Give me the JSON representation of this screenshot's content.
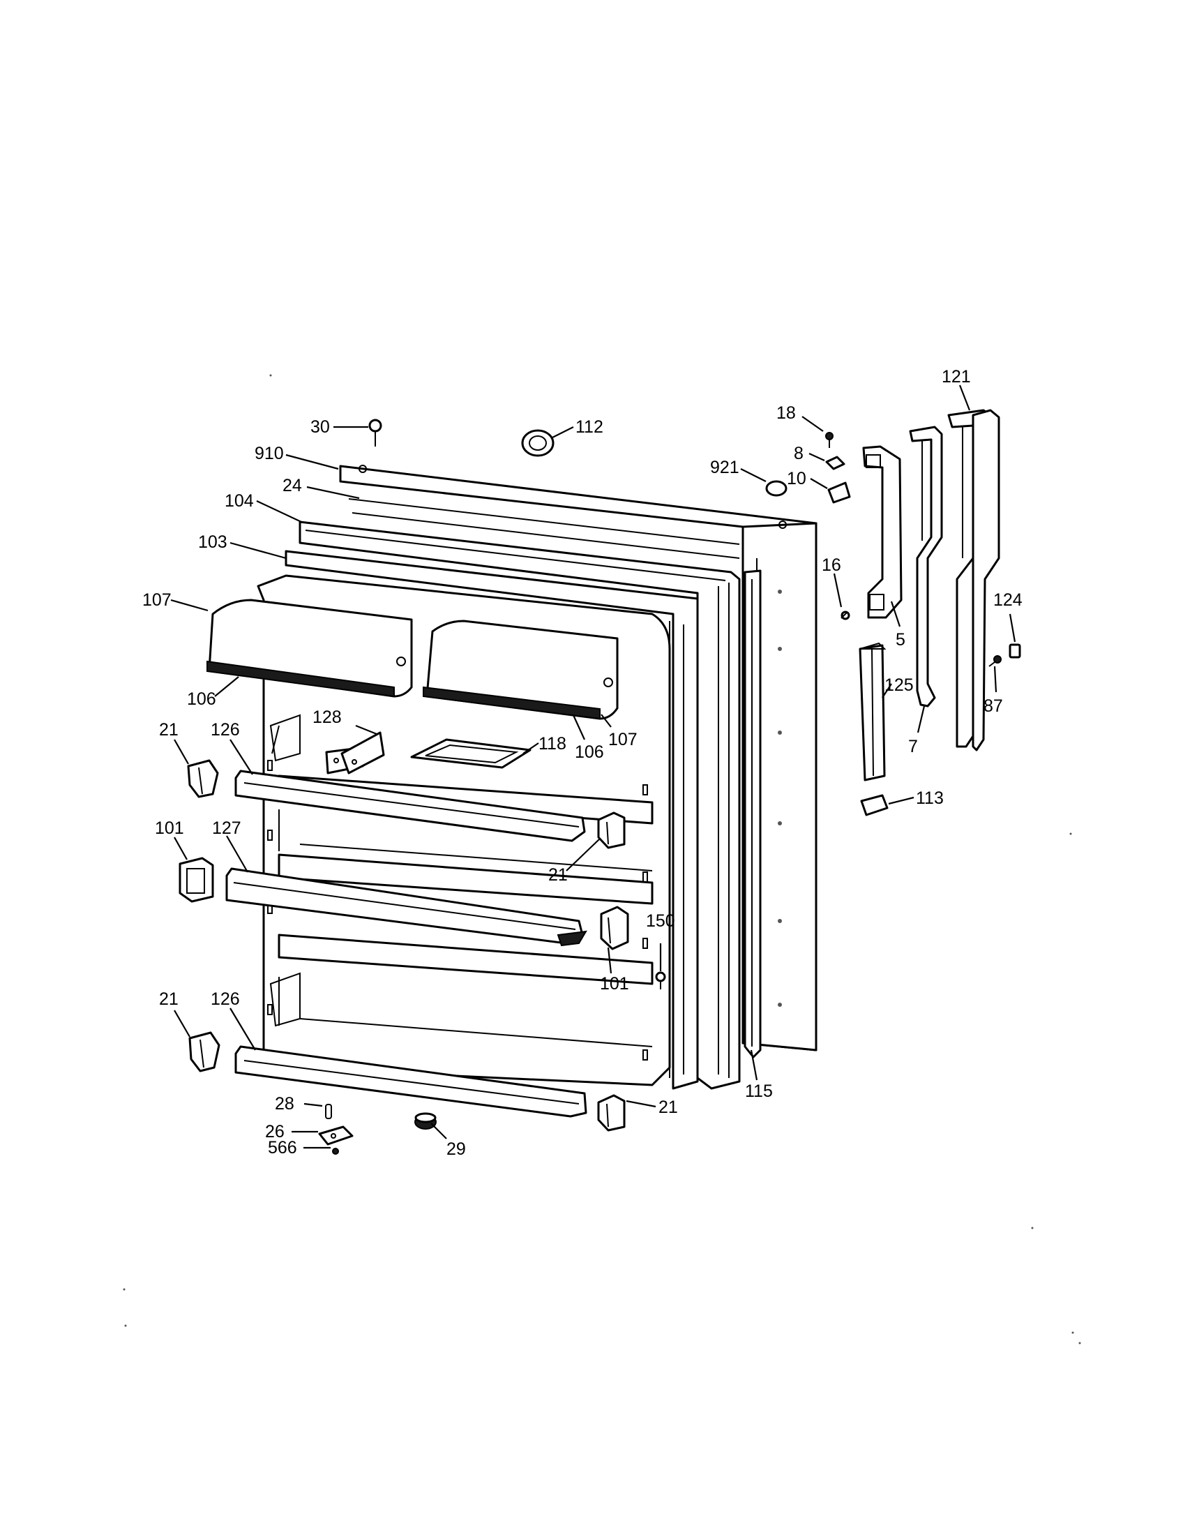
{
  "callouts": {
    "c30": "30",
    "c112": "112",
    "c910": "910",
    "c24": "24",
    "c104": "104",
    "c103": "103",
    "c107a": "107",
    "c106a": "106",
    "c128": "128",
    "c118": "118",
    "c106b": "106",
    "c107b": "107",
    "c21a": "21",
    "c126a": "126",
    "c101a": "101",
    "c127": "127",
    "c21b": "21",
    "c150": "150",
    "c101b": "101",
    "c21c": "21",
    "c126b": "126",
    "c21d": "21",
    "c28": "28",
    "c26": "26",
    "c566": "566",
    "c29": "29",
    "c115": "115",
    "c18": "18",
    "c8": "8",
    "c921": "921",
    "c10": "10",
    "c16": "16",
    "c5": "5",
    "c121": "121",
    "c124": "124",
    "c125": "125",
    "c7": "7",
    "c87": "87",
    "c113": "113"
  }
}
